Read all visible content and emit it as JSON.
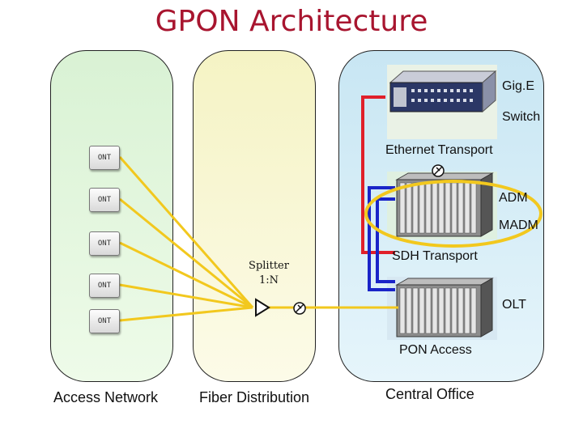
{
  "title": "GPON Architecture",
  "sections": {
    "access_network": "Access Network",
    "fiber_distribution": "Fiber Distribution",
    "central_office": "Central Office"
  },
  "ont_label": "ONT",
  "splitter": {
    "label_line1": "Splitter",
    "label_line2": "1:N"
  },
  "equipment": {
    "switch_line1": "Gig.E",
    "switch_line2": "Switch",
    "ethernet_transport": "Ethernet Transport",
    "adm": "ADM",
    "madm": "MADM",
    "sdh_transport": "SDH Transport",
    "olt": "OLT",
    "pon_access": "PON Access"
  },
  "colors": {
    "title": "#a8152f",
    "fiber": "#f2c81e",
    "ethernet_link": "#e0202a",
    "sdh_link": "#1a24c8",
    "madm_ellipse": "#f2c81e"
  }
}
